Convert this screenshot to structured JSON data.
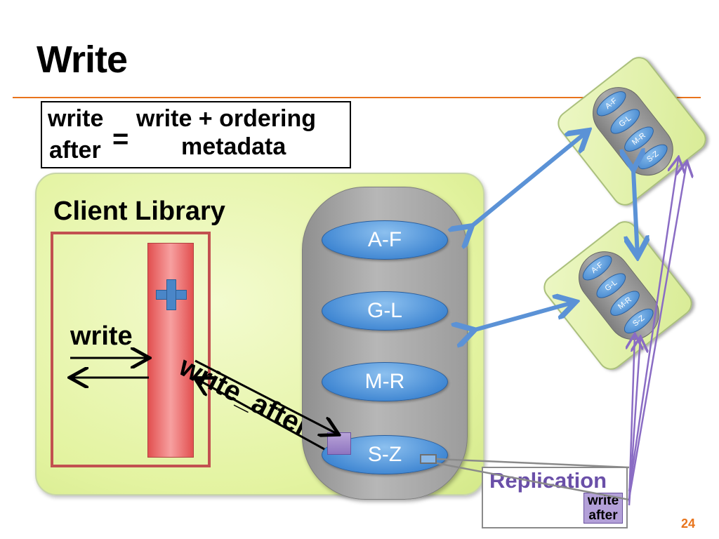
{
  "slide": {
    "title": "Write",
    "page_number": "24"
  },
  "formula": {
    "lhs_line1": "write",
    "lhs_line2": "after",
    "equals": "=",
    "rhs_line1": "write + ordering",
    "rhs_line2": "metadata"
  },
  "client": {
    "label": "Client Library",
    "write_label": "write",
    "write_after_label": "write_after"
  },
  "shards": [
    "A-F",
    "G-L",
    "M-R",
    "S-Z"
  ],
  "replication": {
    "label": "Replication",
    "tag_line1": "write",
    "tag_line2": "after"
  },
  "servers": [
    {
      "shards": [
        "A-F",
        "G-L",
        "M-R",
        "S-Z"
      ]
    },
    {
      "shards": [
        "A-F",
        "G-L",
        "M-R",
        "S-Z"
      ]
    }
  ],
  "colors": {
    "accent_rule": "#e8741c",
    "shard_blue": "#3f86d2",
    "replication_purple": "#6a4fa8",
    "client_box": "#e3f3a0",
    "write_bar_red": "#e25050"
  }
}
